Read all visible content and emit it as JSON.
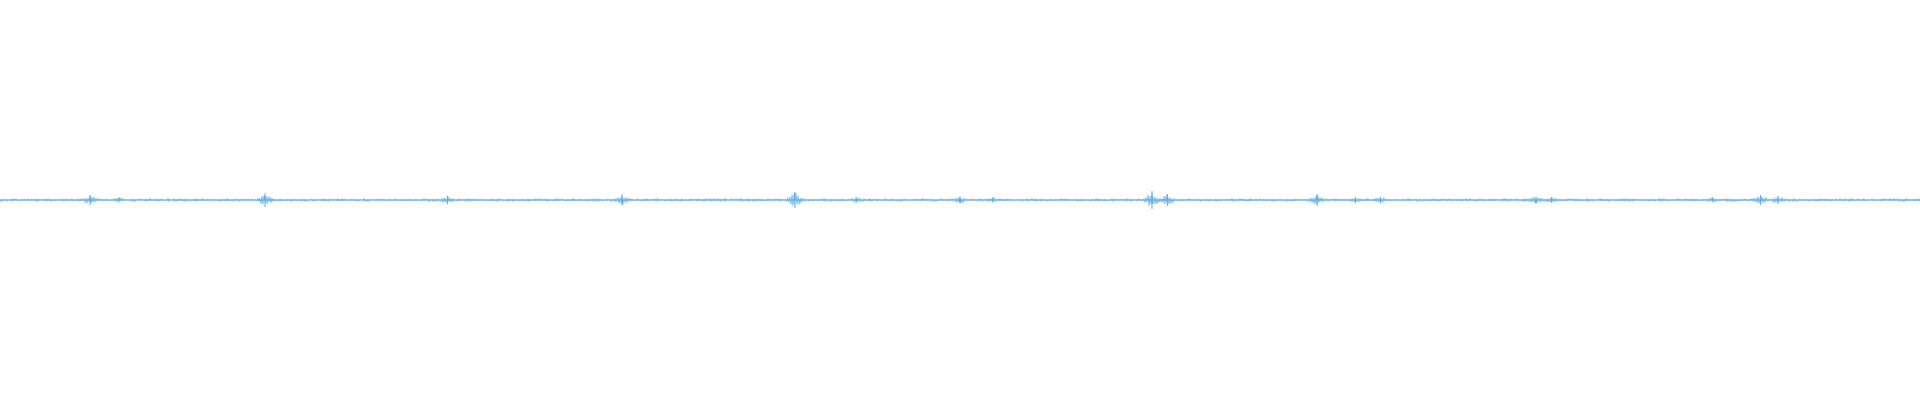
{
  "waveform": {
    "color": "#5aa9e0",
    "baseline_color": "#5aa9e0",
    "amplitude_scale": "normalized",
    "peak_events": [
      {
        "position": 0.047,
        "amplitude": 0.025,
        "label": ""
      },
      {
        "position": 0.062,
        "amplitude": 0.012,
        "label": ""
      },
      {
        "position": 0.138,
        "amplitude": 0.035,
        "label": ""
      },
      {
        "position": 0.233,
        "amplitude": 0.022,
        "label": ""
      },
      {
        "position": 0.324,
        "amplitude": 0.028,
        "label": ""
      },
      {
        "position": 0.414,
        "amplitude": 0.04,
        "label": ""
      },
      {
        "position": 0.446,
        "amplitude": 0.012,
        "label": ""
      },
      {
        "position": 0.5,
        "amplitude": 0.018,
        "label": ""
      },
      {
        "position": 0.517,
        "amplitude": 0.012,
        "label": ""
      },
      {
        "position": 0.6,
        "amplitude": 0.045,
        "label": ""
      },
      {
        "position": 0.608,
        "amplitude": 0.03,
        "label": ""
      },
      {
        "position": 0.686,
        "amplitude": 0.03,
        "label": ""
      },
      {
        "position": 0.706,
        "amplitude": 0.012,
        "label": ""
      },
      {
        "position": 0.719,
        "amplitude": 0.014,
        "label": ""
      },
      {
        "position": 0.8,
        "amplitude": 0.018,
        "label": ""
      },
      {
        "position": 0.808,
        "amplitude": 0.014,
        "label": ""
      },
      {
        "position": 0.892,
        "amplitude": 0.012,
        "label": ""
      },
      {
        "position": 0.917,
        "amplitude": 0.025,
        "label": ""
      },
      {
        "position": 0.926,
        "amplitude": 0.02,
        "label": ""
      }
    ]
  }
}
